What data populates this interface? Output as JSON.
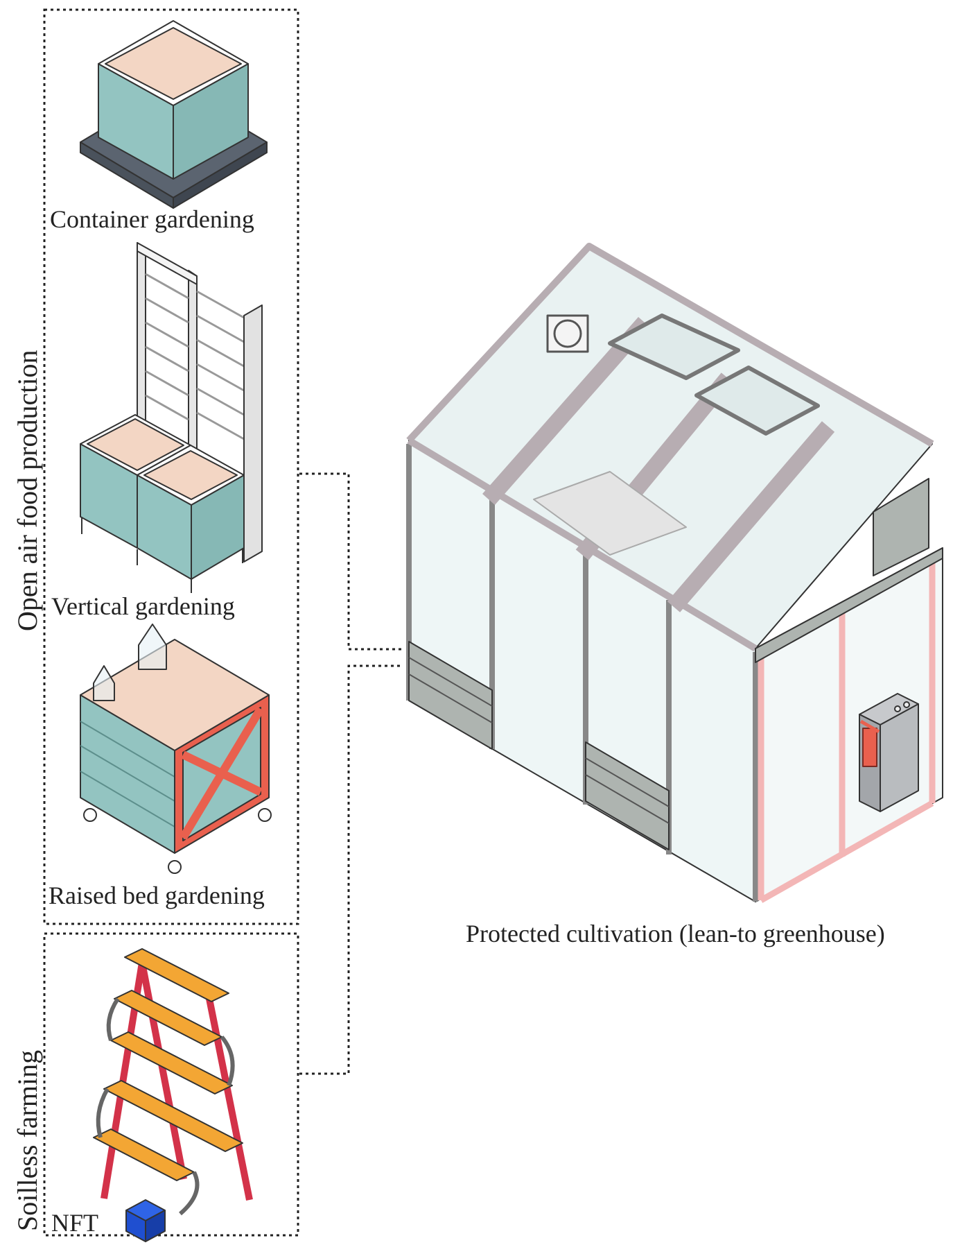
{
  "groups": {
    "open_air": "Open air food production",
    "soilless": "Soilless farming"
  },
  "items": {
    "container": "Container gardening",
    "vertical": "Vertical gardening",
    "raised_bed": "Raised bed gardening",
    "nft": "NFT",
    "greenhouse": "Protected cultivation (lean-to greenhouse)"
  },
  "colors": {
    "teal": "#93c4c1",
    "soil": "#f3d6c4",
    "tray": "#5b6470",
    "frame": "#c9c0c4",
    "red": "#e9604e",
    "orange": "#f3a634",
    "crimson": "#d33249",
    "blue": "#1f4fd0",
    "pink": "#f3b6b6",
    "louver": "#aeb4b0",
    "glass": "#eef6f6"
  }
}
